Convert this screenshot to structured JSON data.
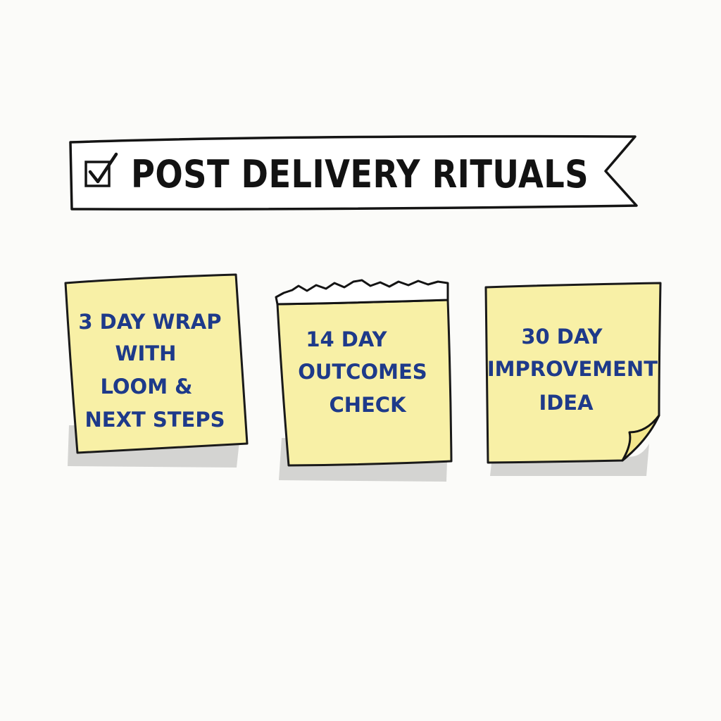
{
  "banner": {
    "title": "POST DELIVERY RITUALS",
    "icon": "checkbox-checked-icon"
  },
  "notes": [
    {
      "lines": [
        "3 DAY WRAP",
        "WITH",
        "LOOM &",
        "NEXT STEPS"
      ],
      "style": "plain"
    },
    {
      "lines": [
        "14 DAY",
        "OUTCOMES",
        "CHECK"
      ],
      "style": "torn-top"
    },
    {
      "lines": [
        "30 DAY",
        "IMPROVEMENT",
        "IDEA"
      ],
      "style": "curled-corner"
    }
  ],
  "colors": {
    "note_fill": "#f8f0a6",
    "note_text": "#1e3a8a",
    "outline": "#1a1a1a",
    "background": "#fbfbf9"
  }
}
